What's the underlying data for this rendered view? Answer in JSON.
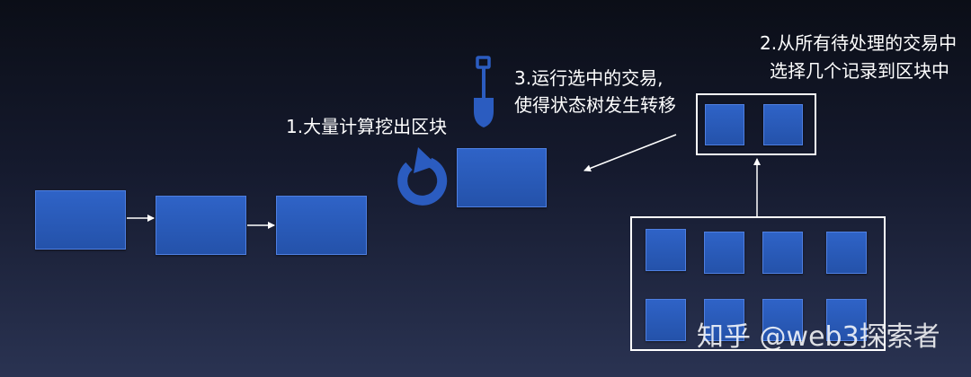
{
  "labels": {
    "step1": "1.大量计算挖出区块",
    "step2_line1": "2.从所有待处理的交易中",
    "step2_line2": "选择几个记录到区块中",
    "step3_line1": "3.运行选中的交易,",
    "step3_line2": "使得状态树发生转移"
  },
  "watermark": "知乎 @web3探索者",
  "icons": [
    "shovel-icon",
    "refresh-icon"
  ],
  "colors": {
    "block": "#2a5bbf",
    "block_border": "#4f7fe0",
    "icon": "#2b5cc0",
    "line": "#ffffff"
  }
}
